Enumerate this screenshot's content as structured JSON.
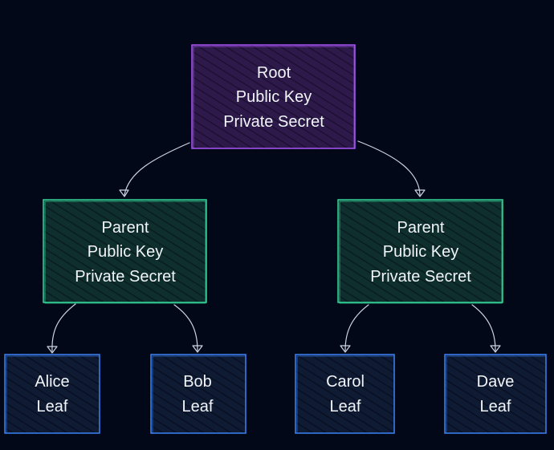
{
  "colors": {
    "background": "#020817",
    "root_stroke": "#a855f7",
    "root_fill": "#2e1a4a",
    "parent_stroke": "#34d399",
    "parent_fill": "#0f2e2e",
    "leaf_stroke": "#3b82f6",
    "leaf_fill": "#0f1a33",
    "edge": "#cbd5e1",
    "text": "#f1f5f9"
  },
  "nodes": {
    "root": {
      "lines": [
        "Root",
        "Public Key",
        "Private Secret"
      ]
    },
    "parent_left": {
      "lines": [
        "Parent",
        "Public Key",
        "Private Secret"
      ]
    },
    "parent_right": {
      "lines": [
        "Parent",
        "Public Key",
        "Private Secret"
      ]
    },
    "leaf_alice": {
      "lines": [
        "Alice",
        "Leaf"
      ]
    },
    "leaf_bob": {
      "lines": [
        "Bob",
        "Leaf"
      ]
    },
    "leaf_carol": {
      "lines": [
        "Carol",
        "Leaf"
      ]
    },
    "leaf_dave": {
      "lines": [
        "Dave",
        "Leaf"
      ]
    }
  }
}
